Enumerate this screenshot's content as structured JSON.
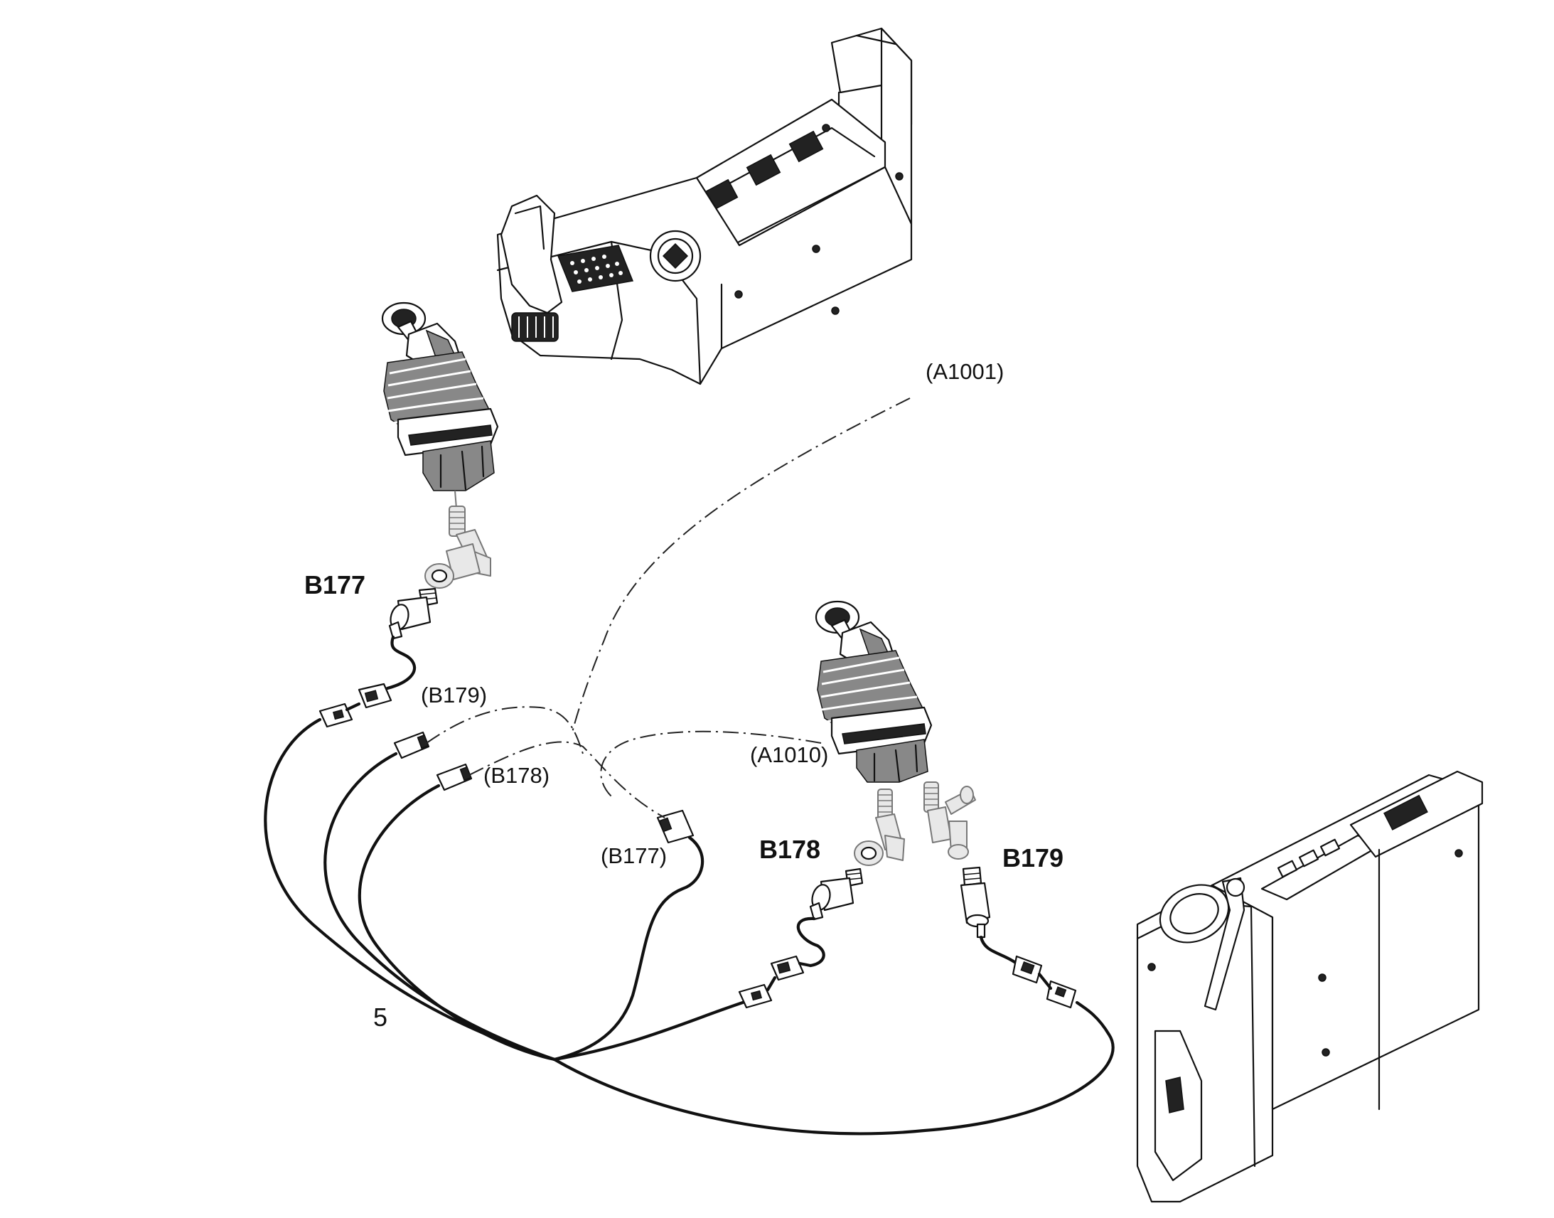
{
  "labels": {
    "B177": "B177",
    "B178": "B178",
    "B179": "B179",
    "ref_A1001": "(A1001)",
    "ref_A1010": "(A1010)",
    "ref_B177": "(B177)",
    "ref_B178": "(B178)",
    "ref_B179": "(B179)",
    "item_5": "5"
  }
}
